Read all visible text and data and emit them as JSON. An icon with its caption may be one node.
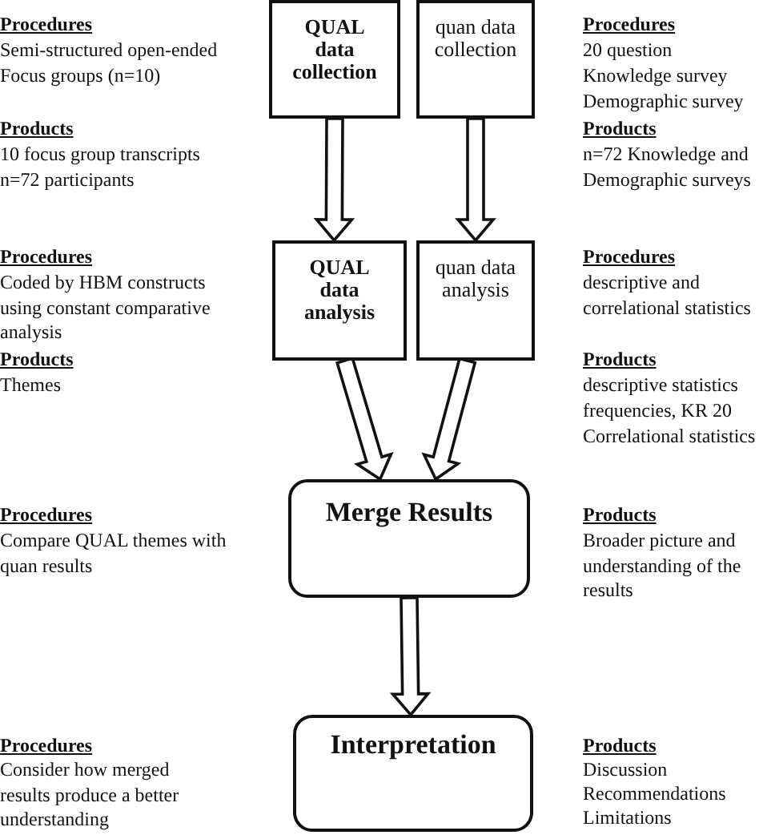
{
  "diagram": {
    "nodes": [
      {
        "text": [
          "QUAL data collection"
        ]
      },
      {
        "text": [
          "quan data collection"
        ]
      },
      {
        "text": [
          "QUAL data analysis"
        ]
      },
      {
        "text": [
          "quan data analysis"
        ]
      },
      {
        "text": [
          "Merge Results"
        ]
      },
      {
        "text": [
          "Interpretation"
        ]
      }
    ],
    "edges": [
      {
        "from": 0,
        "to": 2,
        "arrow": "to"
      },
      {
        "from": 1,
        "to": 3,
        "arrow": "to"
      },
      {
        "from": 2,
        "to": 4,
        "arrow": "to"
      },
      {
        "from": 3,
        "to": 4,
        "arrow": "to"
      },
      {
        "from": 4,
        "to": 5,
        "arrow": "to"
      }
    ],
    "labels": [
      "Procedures",
      "Semi-structured open-ended",
      "Focus groups (n=10)",
      "Procedures",
      "20 question",
      "Knowledge survey",
      "Demographic survey",
      "Products",
      "10 focus group transcripts",
      "n=72 participants",
      "Products",
      "n=72 Knowledge and Demographic surveys",
      "Procedures",
      "Coded by HBM constructs using constant comparative analysis",
      "Products",
      "Themes",
      "Procedures",
      "descriptive and correlational statistics",
      "Products",
      "descriptive statistics",
      "frequencies, KR 20",
      "Correlational statistics",
      "Procedures",
      "Compare QUAL themes with quan results",
      "Products",
      "Broader picture and understanding of the results",
      "Procedures",
      "Consider how merged results produce a better understanding",
      "Products",
      "Discussion",
      "Recommendations",
      "Limitations"
    ]
  }
}
